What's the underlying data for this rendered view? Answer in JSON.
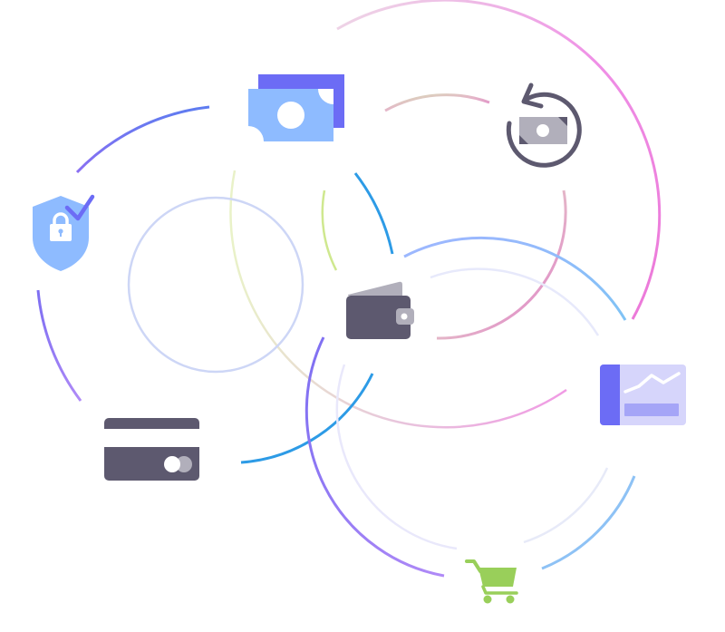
{
  "diagram": {
    "icons": [
      {
        "id": "banknotes",
        "name": "banknotes-icon"
      },
      {
        "id": "refund",
        "name": "refund-money-icon"
      },
      {
        "id": "shield",
        "name": "security-shield-lock-icon"
      },
      {
        "id": "wallet",
        "name": "wallet-icon"
      },
      {
        "id": "card",
        "name": "credit-card-icon"
      },
      {
        "id": "analytics",
        "name": "analytics-dashboard-icon"
      },
      {
        "id": "cart",
        "name": "shopping-cart-icon"
      }
    ],
    "colors": {
      "blue_light": "#8ebbff",
      "indigo": "#6c6cf5",
      "slate": "#5d596f",
      "gray": "#b1afbb",
      "lavender": "#d6d5fb",
      "lavender_dark": "#a5a5f7",
      "green": "#99cf5a",
      "pink": "#ef8fe6",
      "sky": "#2d9be6"
    }
  }
}
